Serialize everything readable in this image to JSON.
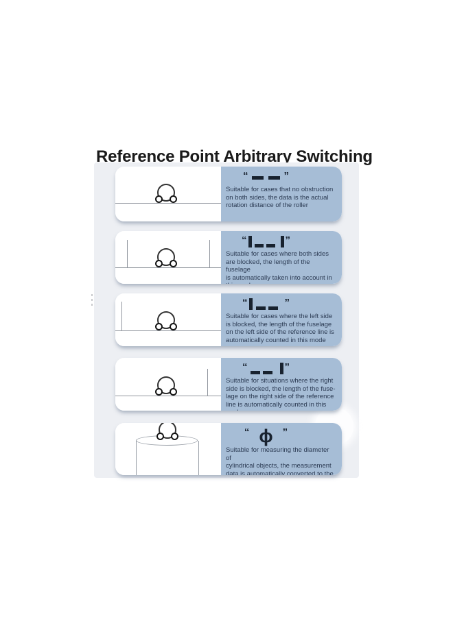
{
  "page": {
    "title": "Reference Point Arbitrary Switching"
  },
  "quotes": {
    "open": "“",
    "close": "”"
  },
  "colors": {
    "panel_blue": "#a6bdd6",
    "strip_gray": "#edeff3",
    "symbol_dark": "#18222f",
    "text_dark": "#2b3a52"
  },
  "rows": [
    {
      "mode": "no-obstruction",
      "symbol_type": "glyph-dashes",
      "diagram_icon": "roller-on-flat-surface",
      "description": "Suitable for cases that no obstruction\non both sides, the data is the actual\nrotation distance of the roller"
    },
    {
      "mode": "both-sides-blocked",
      "symbol_type": "glyph-walls-both",
      "diagram_icon": "roller-between-two-walls",
      "description": "Suitable for cases where both sides\nare blocked, the length of the fuselage\nis automatically taken into account in\nthis mode"
    },
    {
      "mode": "left-side-blocked",
      "symbol_type": "glyph-wall-left",
      "diagram_icon": "roller-with-left-wall",
      "description": "Suitable for cases where the left side\nis blocked, the length of the fuselage\non the left side of the reference line is\nautomatically counted in this mode"
    },
    {
      "mode": "right-side-blocked",
      "symbol_type": "glyph-wall-right",
      "diagram_icon": "roller-with-right-wall",
      "description": "Suitable for situations where the right\nside is blocked, the length of the fuse-\nlage on the right side of the reference\nline is automatically counted in this\nmode"
    },
    {
      "mode": "cylinder-diameter",
      "symbol_type": "glyph-phi",
      "symbol_char": "ϕ",
      "diagram_icon": "roller-on-cylinder",
      "description": "Suitable for measuring the diameter of\ncylindrical objects, the measurement\ndata is automatically converted to the\ndiameter of the object in this mode"
    }
  ]
}
